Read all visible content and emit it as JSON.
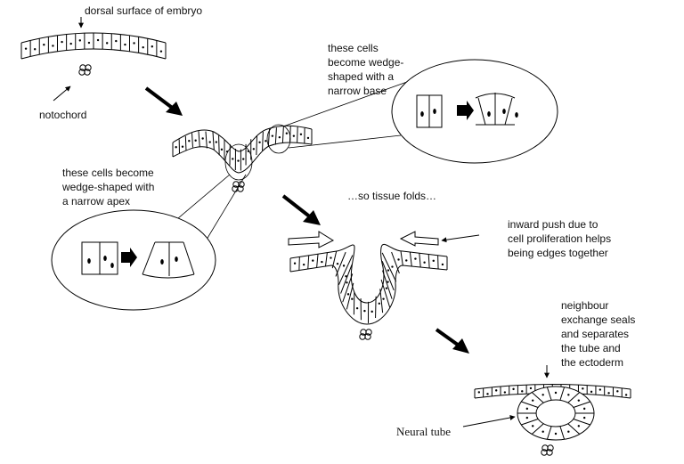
{
  "labels": {
    "dorsal_surface": "dorsal surface of embryo",
    "notochord": "notochord",
    "wedge_base": [
      "these cells",
      "become wedge-",
      "shaped with a",
      "narrow base"
    ],
    "wedge_apex": [
      "these cells become",
      "wedge-shaped with",
      "a narrow apex"
    ],
    "tissue_folds": "…so tissue folds…",
    "inward_push": [
      "inward push due to",
      "cell proliferation helps",
      "being edges together"
    ],
    "neighbour_exchange": [
      "neighbour",
      "exchange seals",
      "and separates",
      "the tube and",
      "the ectoderm"
    ],
    "neural_tube": "Neural tube"
  }
}
